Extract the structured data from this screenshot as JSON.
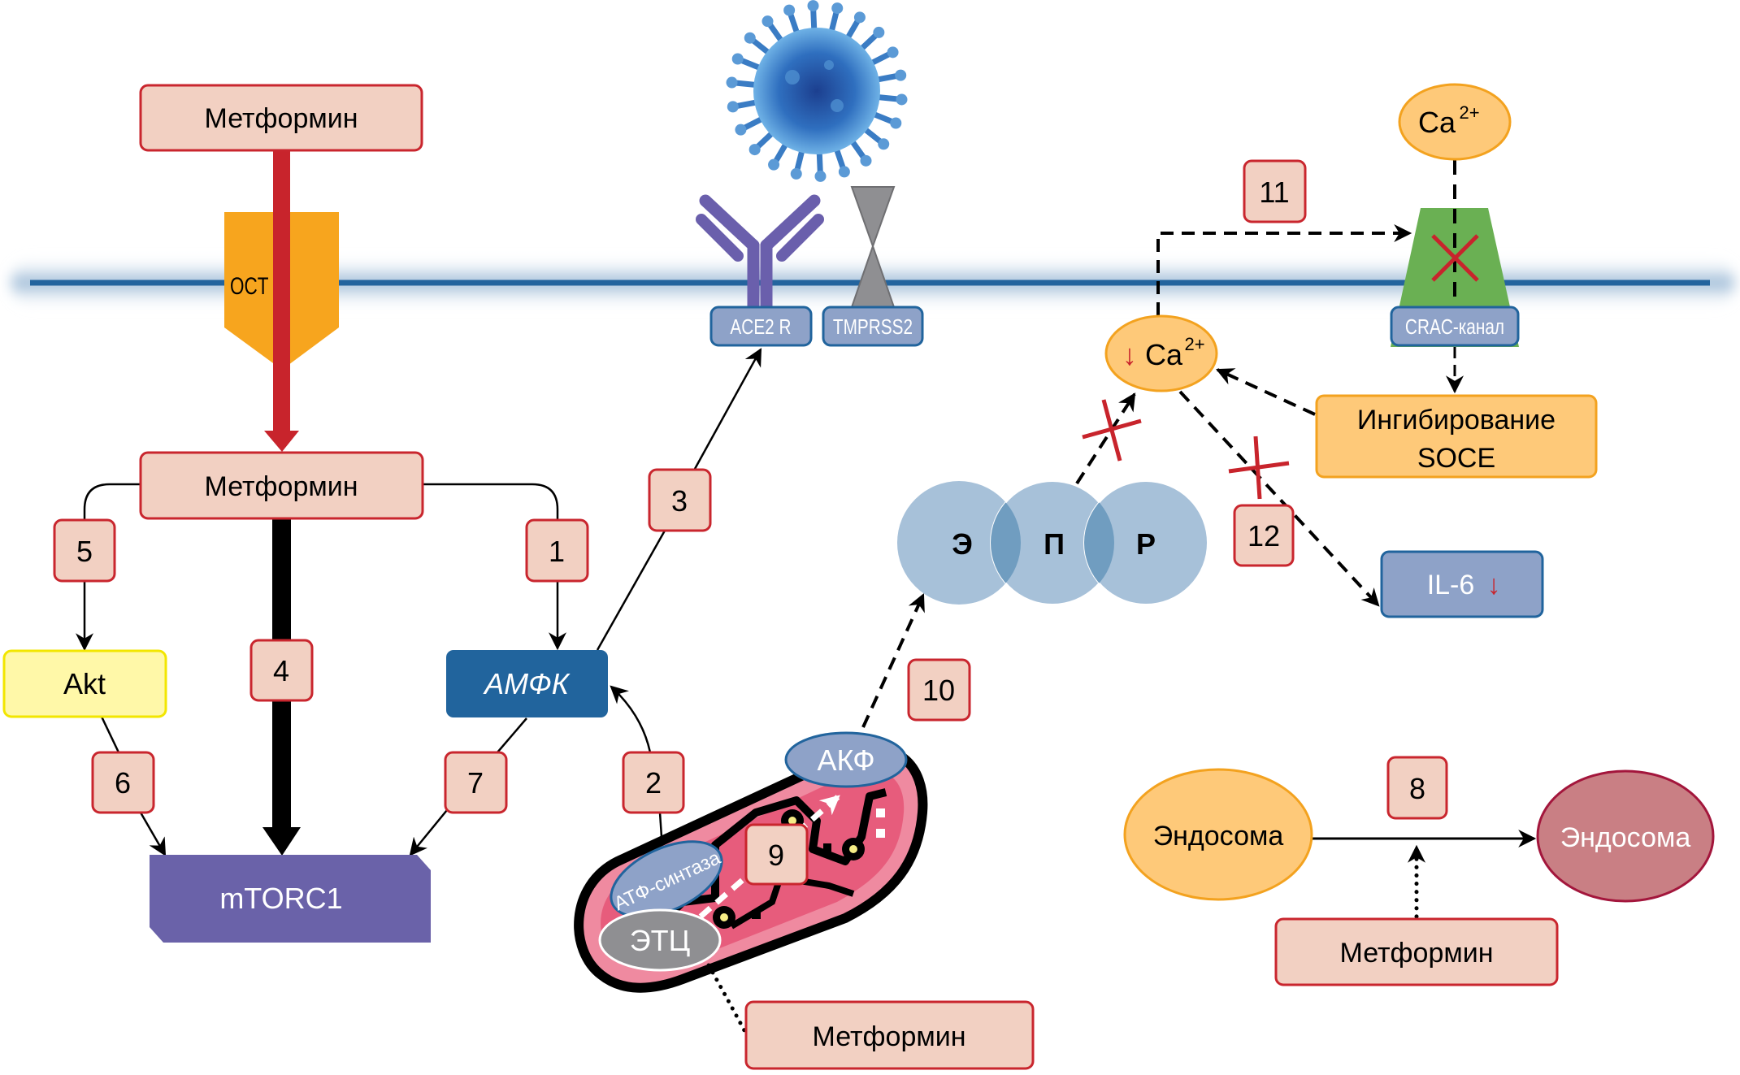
{
  "diagram": {
    "membrane": {
      "label": "cell-membrane"
    },
    "nodes": {
      "metformin_top": "Метформин",
      "oct": "OCT",
      "metformin_mid": "Метформин",
      "akt": "Akt",
      "ampk": "АМФК",
      "mtorc1": "mTORC1",
      "ace2r": "ACE2 R",
      "tmprss2": "TMPRSS2",
      "akf": "АКФ",
      "atp_synthase": "АТФ-синтаза",
      "etc": "ЭТЦ",
      "metformin_mito": "Метформин",
      "epr": [
        "Э",
        "П",
        "Р"
      ],
      "ca_top": {
        "base": "Ca",
        "sup": "2+"
      },
      "ca_low": {
        "arrow": "↓",
        "base": "Ca",
        "sup": "2+"
      },
      "crac": "CRAC-канал",
      "soce": [
        "Ингибирование",
        "SOCE"
      ],
      "il6": {
        "text": "IL-6",
        "arrow": "↓"
      },
      "endosome_left": "Эндосома",
      "endosome_right": "Эндосома",
      "metformin_endo": "Метформин"
    },
    "step_labels": {
      "s1": "1",
      "s2": "2",
      "s3": "3",
      "s4": "4",
      "s5": "5",
      "s6": "6",
      "s7": "7",
      "s8": "8",
      "s9": "9",
      "s10": "10",
      "s11": "11",
      "s12": "12"
    },
    "colors": {
      "step_fill": "#f2d0c2",
      "step_border": "#c9262e",
      "membrane": "#23649e",
      "oct": "#f7a51e",
      "red_arrow": "#c8242c",
      "akt_fill": "#fff8a8",
      "akt_border": "#f2e600",
      "ampk": "#21649d",
      "mtorc1": "#6a62a9",
      "receptor_purple": "#6a5fac",
      "receptor_box": "#8ea2c8",
      "tmprss_gray": "#8f8f92",
      "ca_fill": "#fec979",
      "ca_border": "#f3a21f",
      "crac_green": "#6ab053",
      "epr_fill": "#a7c1d9",
      "epr_overlap": "#709dc0",
      "il6_fill": "#8ea2c8",
      "endosome_left": "#fec979",
      "endosome_right": "#c97f84",
      "endosome_right_border": "#a3163c",
      "mito_outer": "#ef8aa0",
      "mito_inner": "#e0486c"
    }
  }
}
